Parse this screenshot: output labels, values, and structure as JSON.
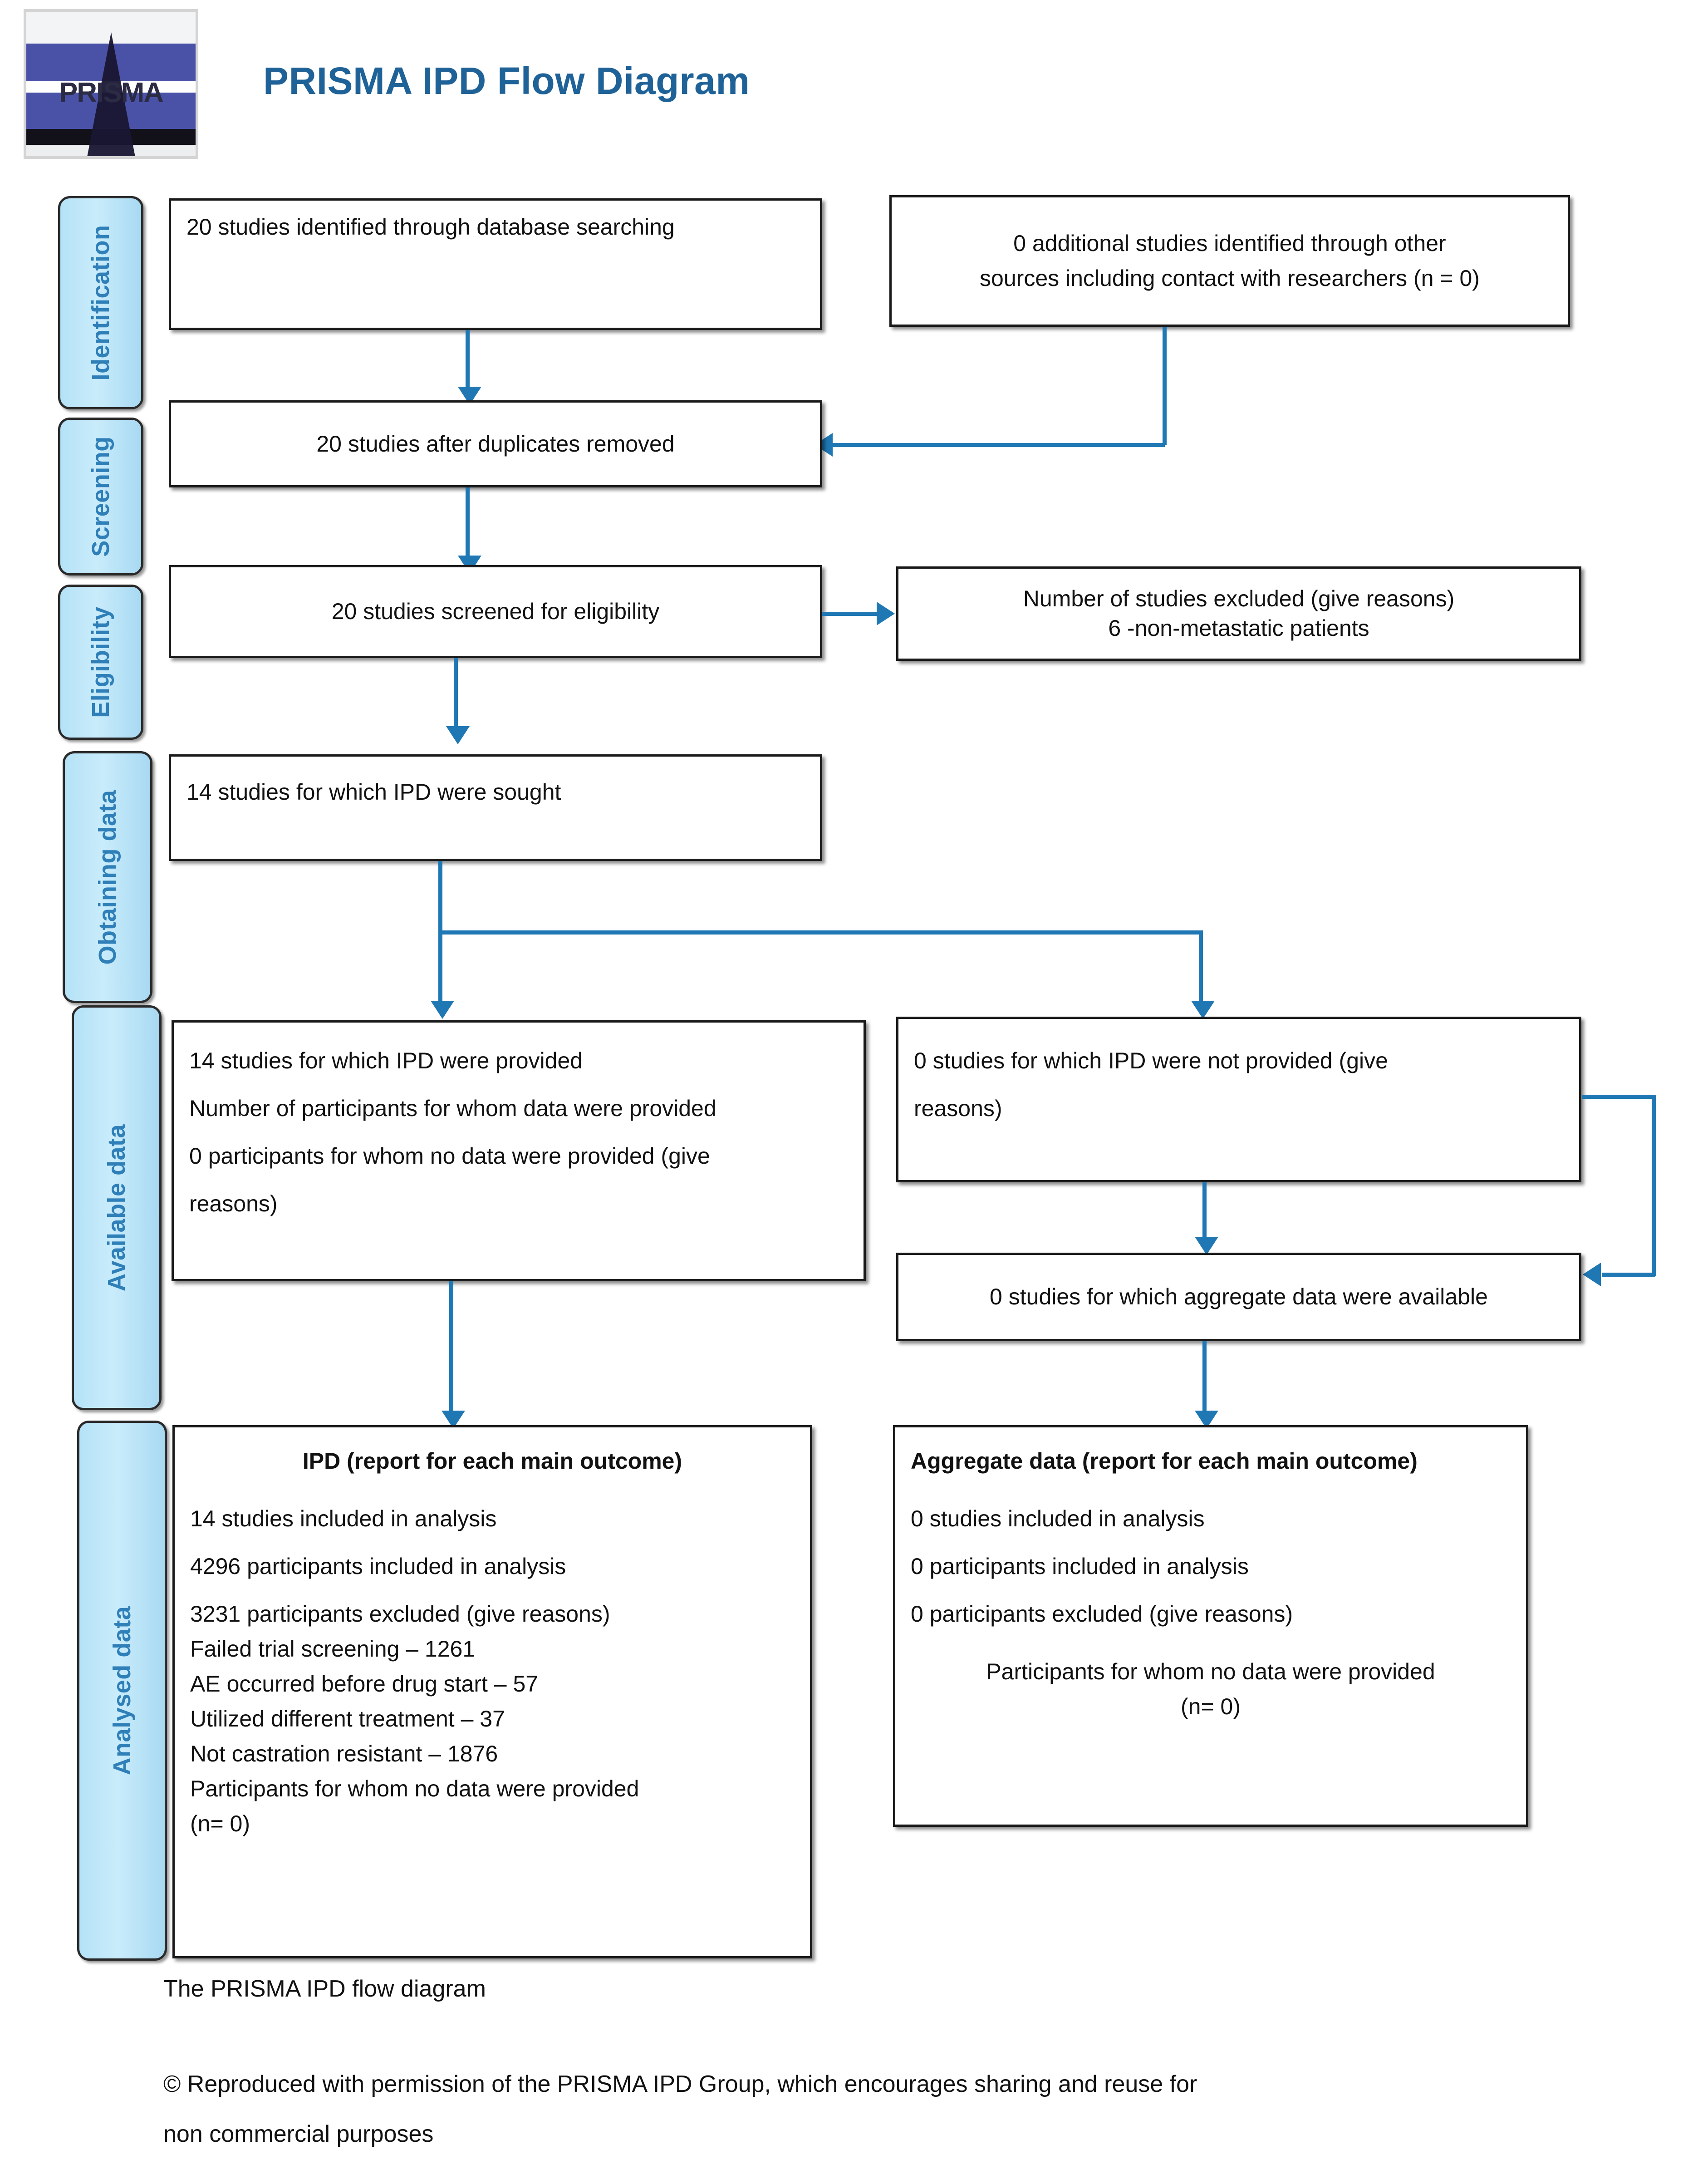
{
  "header": {
    "title": "PRISMA IPD Flow Diagram",
    "logo_wordmark": "PRISMA",
    "title_color": "#1f6298"
  },
  "stages": [
    {
      "id": "identification",
      "label": "Identification"
    },
    {
      "id": "screening",
      "label": "Screening"
    },
    {
      "id": "eligibility",
      "label": "Eligibility"
    },
    {
      "id": "obtaining-data",
      "label": "Obtaining data"
    },
    {
      "id": "available-data",
      "label": "Available data"
    },
    {
      "id": "analysed-data",
      "label": "Analysed data"
    }
  ],
  "boxes": {
    "db_search": {
      "line1": "20 studies identified through database searching"
    },
    "other_sources": {
      "line1": "0 additional studies identified through other",
      "line2": "sources including contact with researchers (n = 0)"
    },
    "duplicates_removed": {
      "line1": "20 studies after duplicates removed"
    },
    "screened_eligibility": {
      "line1": "20 studies screened for eligibility"
    },
    "studies_excluded": {
      "line1": "Number of studies excluded (give reasons)",
      "line2": "6 -non-metastatic patients"
    },
    "ipd_sought": {
      "line1": "14 studies for which IPD were sought"
    },
    "ipd_provided": {
      "line1": "14 studies for which IPD were provided",
      "line2": "Number of participants for whom data were provided",
      "line3": "0 participants for whom no data were provided (give",
      "line4": "reasons)"
    },
    "ipd_not_provided": {
      "line1": "0 studies for which IPD were not provided (give",
      "line2": "reasons)"
    },
    "aggregate_available": {
      "line1": "0 studies for which aggregate data were available"
    },
    "ipd_analysis": {
      "heading": "IPD (report for each main outcome)",
      "line1": "14 studies included in analysis",
      "line2": "4296 participants included in analysis",
      "line3": "3231 participants excluded (give reasons)",
      "reason1": "Failed trial screening – 1261",
      "reason2": "AE occurred before drug start – 57",
      "reason3": "Utilized different treatment – 37",
      "reason4": "Not castration resistant – 1876",
      "line4": "Participants for whom no data were provided",
      "line5": "(n= 0)"
    },
    "aggregate_analysis": {
      "heading": "Aggregate data (report for each main outcome)",
      "line1": "0 studies included in analysis",
      "line2": "0 participants included in analysis",
      "line3": "0 participants excluded (give reasons)",
      "line4": "Participants for whom no data were provided",
      "line5": "(n= 0)"
    }
  },
  "footer": {
    "caption": "The PRISMA IPD flow diagram",
    "copyright_line1": "© Reproduced with permission of the PRISMA IPD Group, which encourages sharing and reuse for",
    "copyright_line2": "non commercial purposes"
  },
  "colors": {
    "connector": "#1f78b4",
    "stage_tab_fill": "#bde5f8",
    "stage_tab_text": "#2f7fb8",
    "box_border": "#1a1a1a"
  }
}
